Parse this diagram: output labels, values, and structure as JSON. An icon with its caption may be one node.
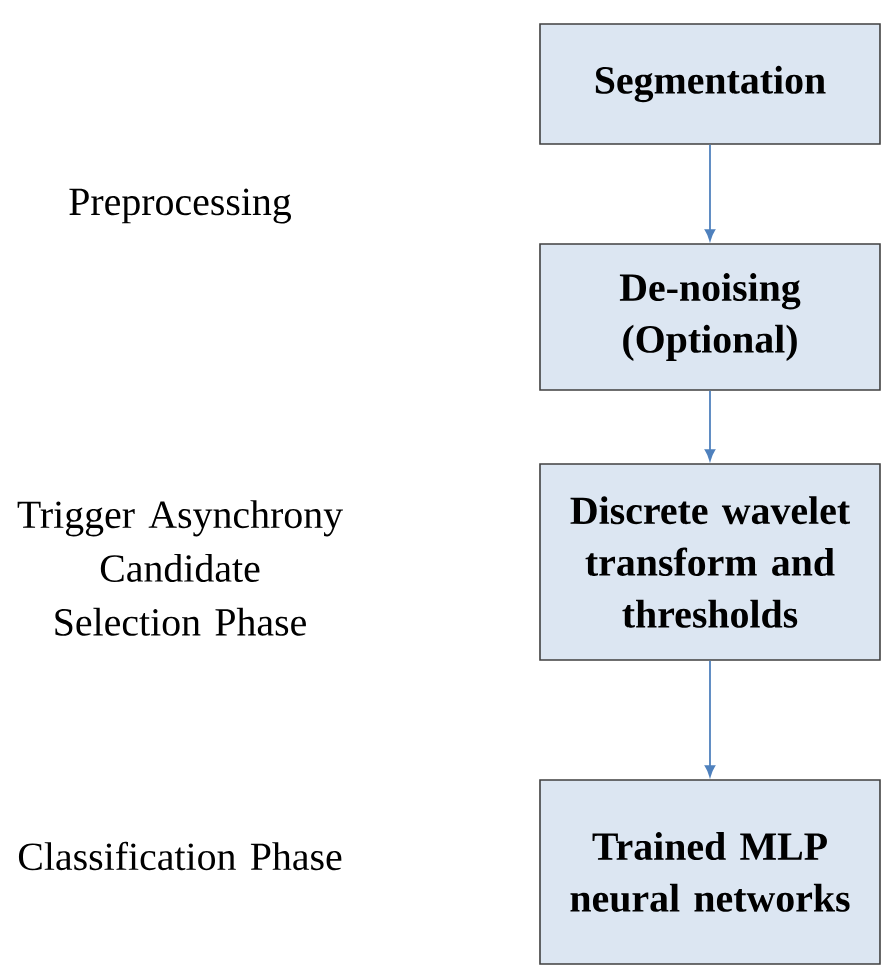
{
  "diagram": {
    "nodes": [
      {
        "text": [
          "Segmentation"
        ]
      },
      {
        "text": [
          "De-noising (Optional)"
        ]
      },
      {
        "text": [
          "Discrete wavelet transform and thresholds"
        ]
      },
      {
        "text": [
          "Trained MLP neural networks"
        ]
      }
    ],
    "edges": [
      {
        "from": 0,
        "to": 1,
        "arrow": "to"
      },
      {
        "from": 1,
        "to": 2,
        "arrow": "to"
      },
      {
        "from": 2,
        "to": 3,
        "arrow": "to"
      }
    ],
    "labels": [
      "Preprocessing",
      "Trigger Asynchrony Candidate Selection Phase",
      "Classification Phase"
    ]
  }
}
